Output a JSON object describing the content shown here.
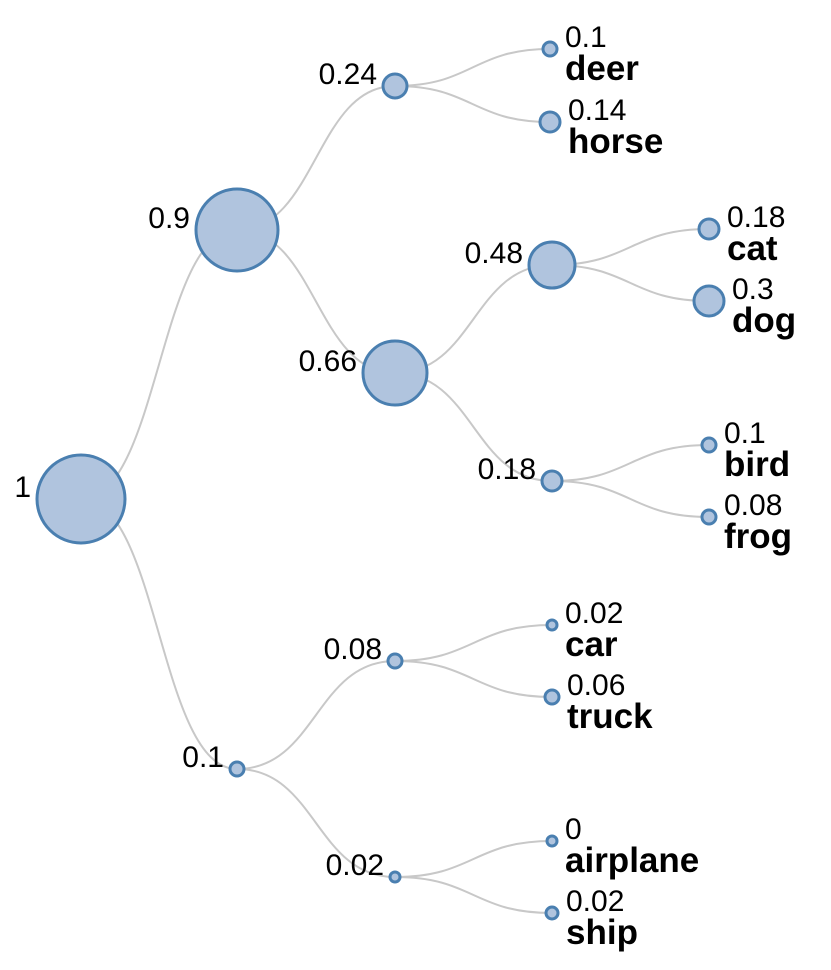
{
  "colors": {
    "node_fill": "#b0c4de",
    "node_stroke": "#4a7fb0",
    "edge": "#c8c8c8",
    "text": "#000000"
  },
  "tree": {
    "id": "root",
    "value": "1",
    "children": [
      {
        "id": "animals",
        "value": "0.9",
        "children": [
          {
            "id": "deer-horse",
            "value": "0.24",
            "children": [
              {
                "id": "deer",
                "value": "0.1",
                "name": "deer"
              },
              {
                "id": "horse",
                "value": "0.14",
                "name": "horse"
              }
            ]
          },
          {
            "id": "small-animals",
            "value": "0.66",
            "children": [
              {
                "id": "cat-dog",
                "value": "0.48",
                "children": [
                  {
                    "id": "cat",
                    "value": "0.18",
                    "name": "cat"
                  },
                  {
                    "id": "dog",
                    "value": "0.3",
                    "name": "dog"
                  }
                ]
              },
              {
                "id": "bird-frog",
                "value": "0.18",
                "children": [
                  {
                    "id": "bird",
                    "value": "0.1",
                    "name": "bird"
                  },
                  {
                    "id": "frog",
                    "value": "0.08",
                    "name": "frog"
                  }
                ]
              }
            ]
          }
        ]
      },
      {
        "id": "vehicles",
        "value": "0.1",
        "children": [
          {
            "id": "car-truck",
            "value": "0.08",
            "children": [
              {
                "id": "car",
                "value": "0.02",
                "name": "car"
              },
              {
                "id": "truck",
                "value": "0.06",
                "name": "truck"
              }
            ]
          },
          {
            "id": "airplane-ship",
            "value": "0.02",
            "children": [
              {
                "id": "airplane",
                "value": "0",
                "name": "airplane"
              },
              {
                "id": "ship",
                "value": "0.02",
                "name": "ship"
              }
            ]
          }
        ]
      }
    ]
  }
}
